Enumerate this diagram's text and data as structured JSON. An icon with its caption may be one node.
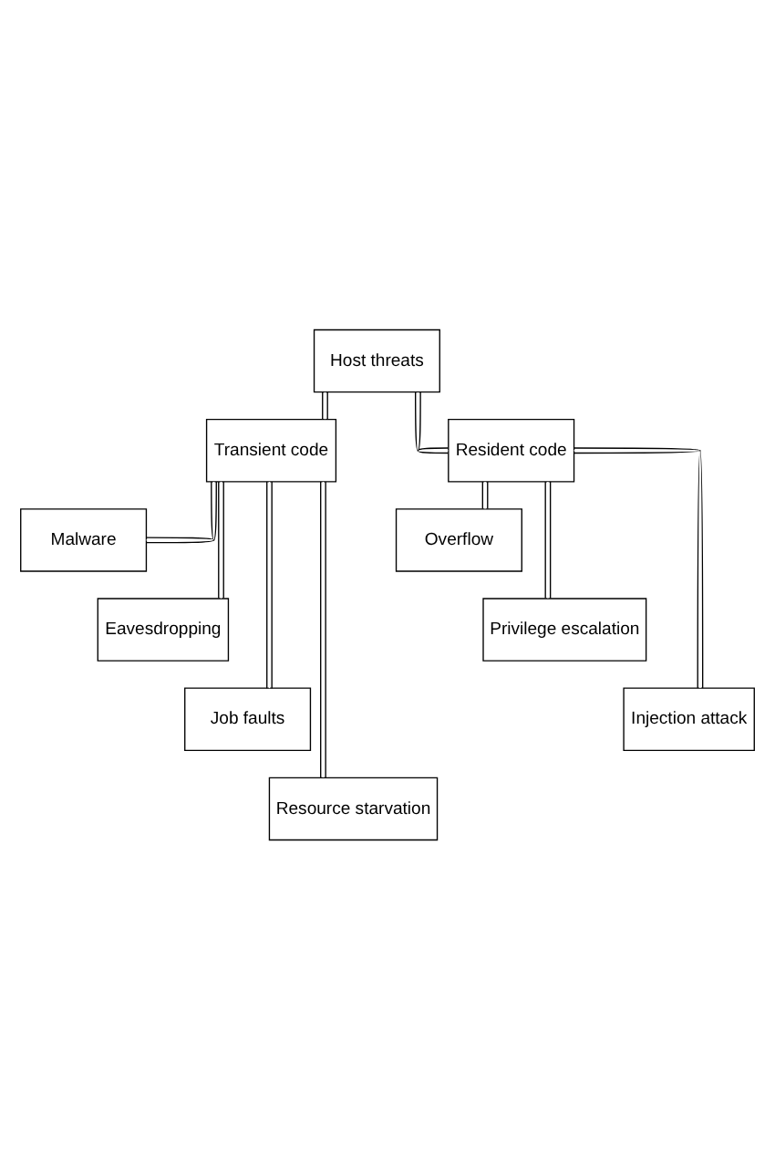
{
  "diagram": {
    "nodes": [
      {
        "text": [
          "Host threats"
        ]
      },
      {
        "text": [
          "Transient code"
        ]
      },
      {
        "text": [
          "Resident code"
        ]
      },
      {
        "text": [
          "Malware"
        ]
      },
      {
        "text": [
          "Overflow"
        ]
      },
      {
        "text": [
          "Eavesdropping"
        ]
      },
      {
        "text": [
          "Privilege escalation"
        ]
      },
      {
        "text": [
          "Job faults"
        ]
      },
      {
        "text": [
          "Injection attack"
        ]
      },
      {
        "text": [
          "Resource starvation"
        ]
      }
    ],
    "edges": [
      {
        "from": 0,
        "to": 1,
        "arrow": "none"
      },
      {
        "from": 0,
        "to": 2,
        "arrow": "none"
      },
      {
        "from": 1,
        "to": 3,
        "arrow": "none"
      },
      {
        "from": 1,
        "to": 5,
        "arrow": "none"
      },
      {
        "from": 1,
        "to": 7,
        "arrow": "none"
      },
      {
        "from": 1,
        "to": 9,
        "arrow": "none"
      },
      {
        "from": 2,
        "to": 4,
        "arrow": "none"
      },
      {
        "from": 2,
        "to": 6,
        "arrow": "none"
      },
      {
        "from": 2,
        "to": 8,
        "arrow": "none"
      }
    ]
  }
}
